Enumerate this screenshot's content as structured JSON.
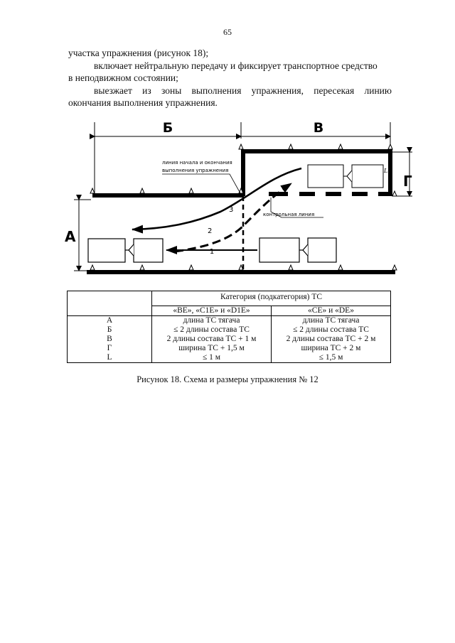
{
  "page_number": "65",
  "paragraphs": {
    "p1": "участка упражнения (рисунок 18);",
    "p2_line1": "включает нейтральную передачу и фиксирует транспортное средство",
    "p2_line2": "в неподвижном состоянии;",
    "p3_line1": "выезжает из зоны выполнения упражнения, пересекая линию",
    "p3_line2": "окончания выполнения упражнения."
  },
  "diagram": {
    "label_b": "Б",
    "label_v": "В",
    "label_g": "Г",
    "label_a": "А",
    "label_l": "L",
    "start_line_1": "линия начала и окончания",
    "start_line_2": "выполнения упражнения",
    "control_line": "контрольная линия",
    "path_1": "1",
    "path_2": "2",
    "path_3": "3"
  },
  "table": {
    "header_category": "Категория (подкатегория) ТС",
    "col1_header": "«BE», «C1E» и «D1E»",
    "col2_header": "«CE» и «DE»",
    "rows": [
      {
        "param": "А",
        "col1": "длина ТС тягача",
        "col2": "длина ТС тягача"
      },
      {
        "param": "Б",
        "col1": "≤ 2 длины состава ТС",
        "col2": "≤ 2 длины состава ТС"
      },
      {
        "param": "В",
        "col1": "2 длины состава ТС + 1 м",
        "col2": "2 длины состава ТС + 2 м"
      },
      {
        "param": "Г",
        "col1": "ширина ТС + 1,5 м",
        "col2": "ширина ТС + 2 м"
      },
      {
        "param": "L",
        "col1": "≤ 1 м",
        "col2": "≤ 1,5 м"
      }
    ]
  },
  "caption": "Рисунок 18. Схема и размеры упражнения № 12"
}
